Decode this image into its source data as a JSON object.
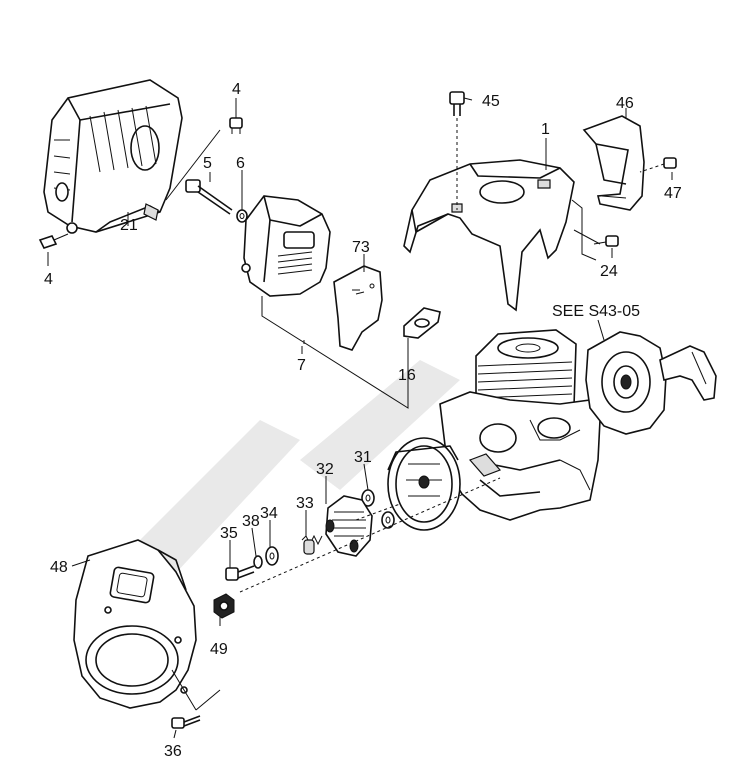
{
  "labels": {
    "p1": "1",
    "p4a": "4",
    "p4b": "4",
    "p5": "5",
    "p6": "6",
    "p7": "7",
    "p16": "16",
    "p21": "21",
    "p24": "24",
    "p31": "31",
    "p32": "32",
    "p33": "33",
    "p34": "34",
    "p35": "35",
    "p36": "36",
    "p38": "38",
    "p45": "45",
    "p46": "46",
    "p47": "47",
    "p48": "48",
    "p49": "49",
    "p73": "73",
    "see": "SEE  S43-05"
  }
}
